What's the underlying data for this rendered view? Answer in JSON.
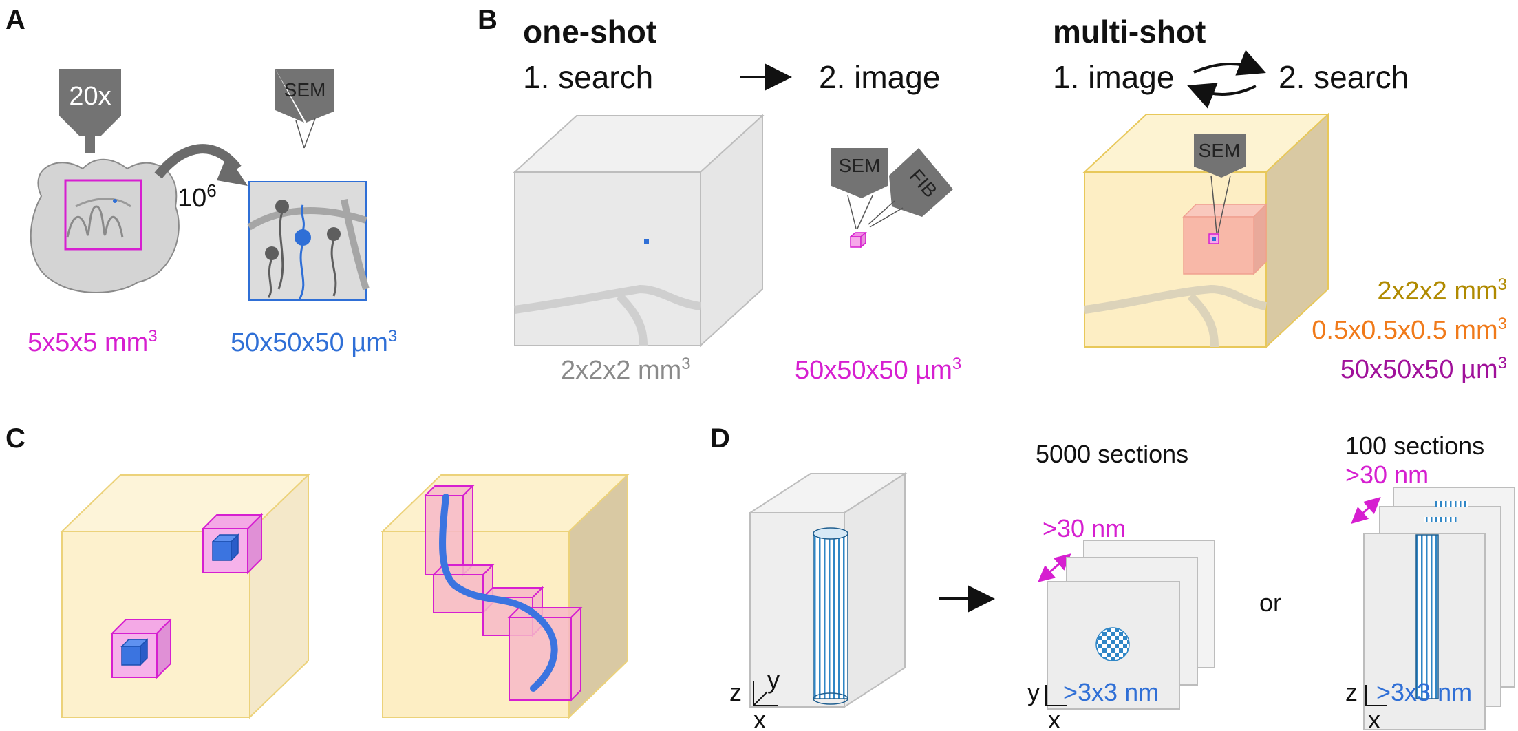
{
  "colors": {
    "magenta": "#d61fd0",
    "blue": "#2f6fd6",
    "gray_text": "#8a8a8a",
    "olive": "#b08a00",
    "orange": "#f07a1a",
    "purple": "#a0109a",
    "tissue": "#d8d8d8",
    "instrument": "#737373",
    "yellow_cube": "#fdf0c7",
    "pink_box": "#f7b8c8"
  },
  "panel_a": {
    "letter": "A",
    "objective_label": "20x",
    "sem_label": "SEM",
    "zoom_base": "10",
    "zoom_exp": "6",
    "vol1_text": "5x5x5 mm",
    "vol1_sup": "3",
    "vol2_text": "50x50x50 µm",
    "vol2_sup": "3"
  },
  "panel_b": {
    "letter": "B",
    "oneshot_title": "one-shot",
    "step1": "1. search",
    "step2": "2. image",
    "sem_label": "SEM",
    "fib_label": "FIB",
    "big_vol_text": "2x2x2 mm",
    "big_vol_sup": "3",
    "small_vol_text": "50x50x50 µm",
    "small_vol_sup": "3",
    "multishot_title": "multi-shot",
    "m_step1": "1. image",
    "m_step2": "2. search",
    "m_sem_label": "SEM",
    "m_vol1_text": "2x2x2 mm",
    "m_vol1_sup": "3",
    "m_vol2_text": "0.5x0.5x0.5 mm",
    "m_vol2_sup": "3",
    "m_vol3_text": "50x50x50 µm",
    "m_vol3_sup": "3"
  },
  "panel_c": {
    "letter": "C"
  },
  "panel_d": {
    "letter": "D",
    "sections_a": "5000 sections",
    "sections_b": "100 sections",
    "thickness": ">30 nm",
    "resolution": ">3x3 nm",
    "or_text": "or",
    "axis_z": "z",
    "axis_y": "y",
    "axis_x": "x"
  }
}
